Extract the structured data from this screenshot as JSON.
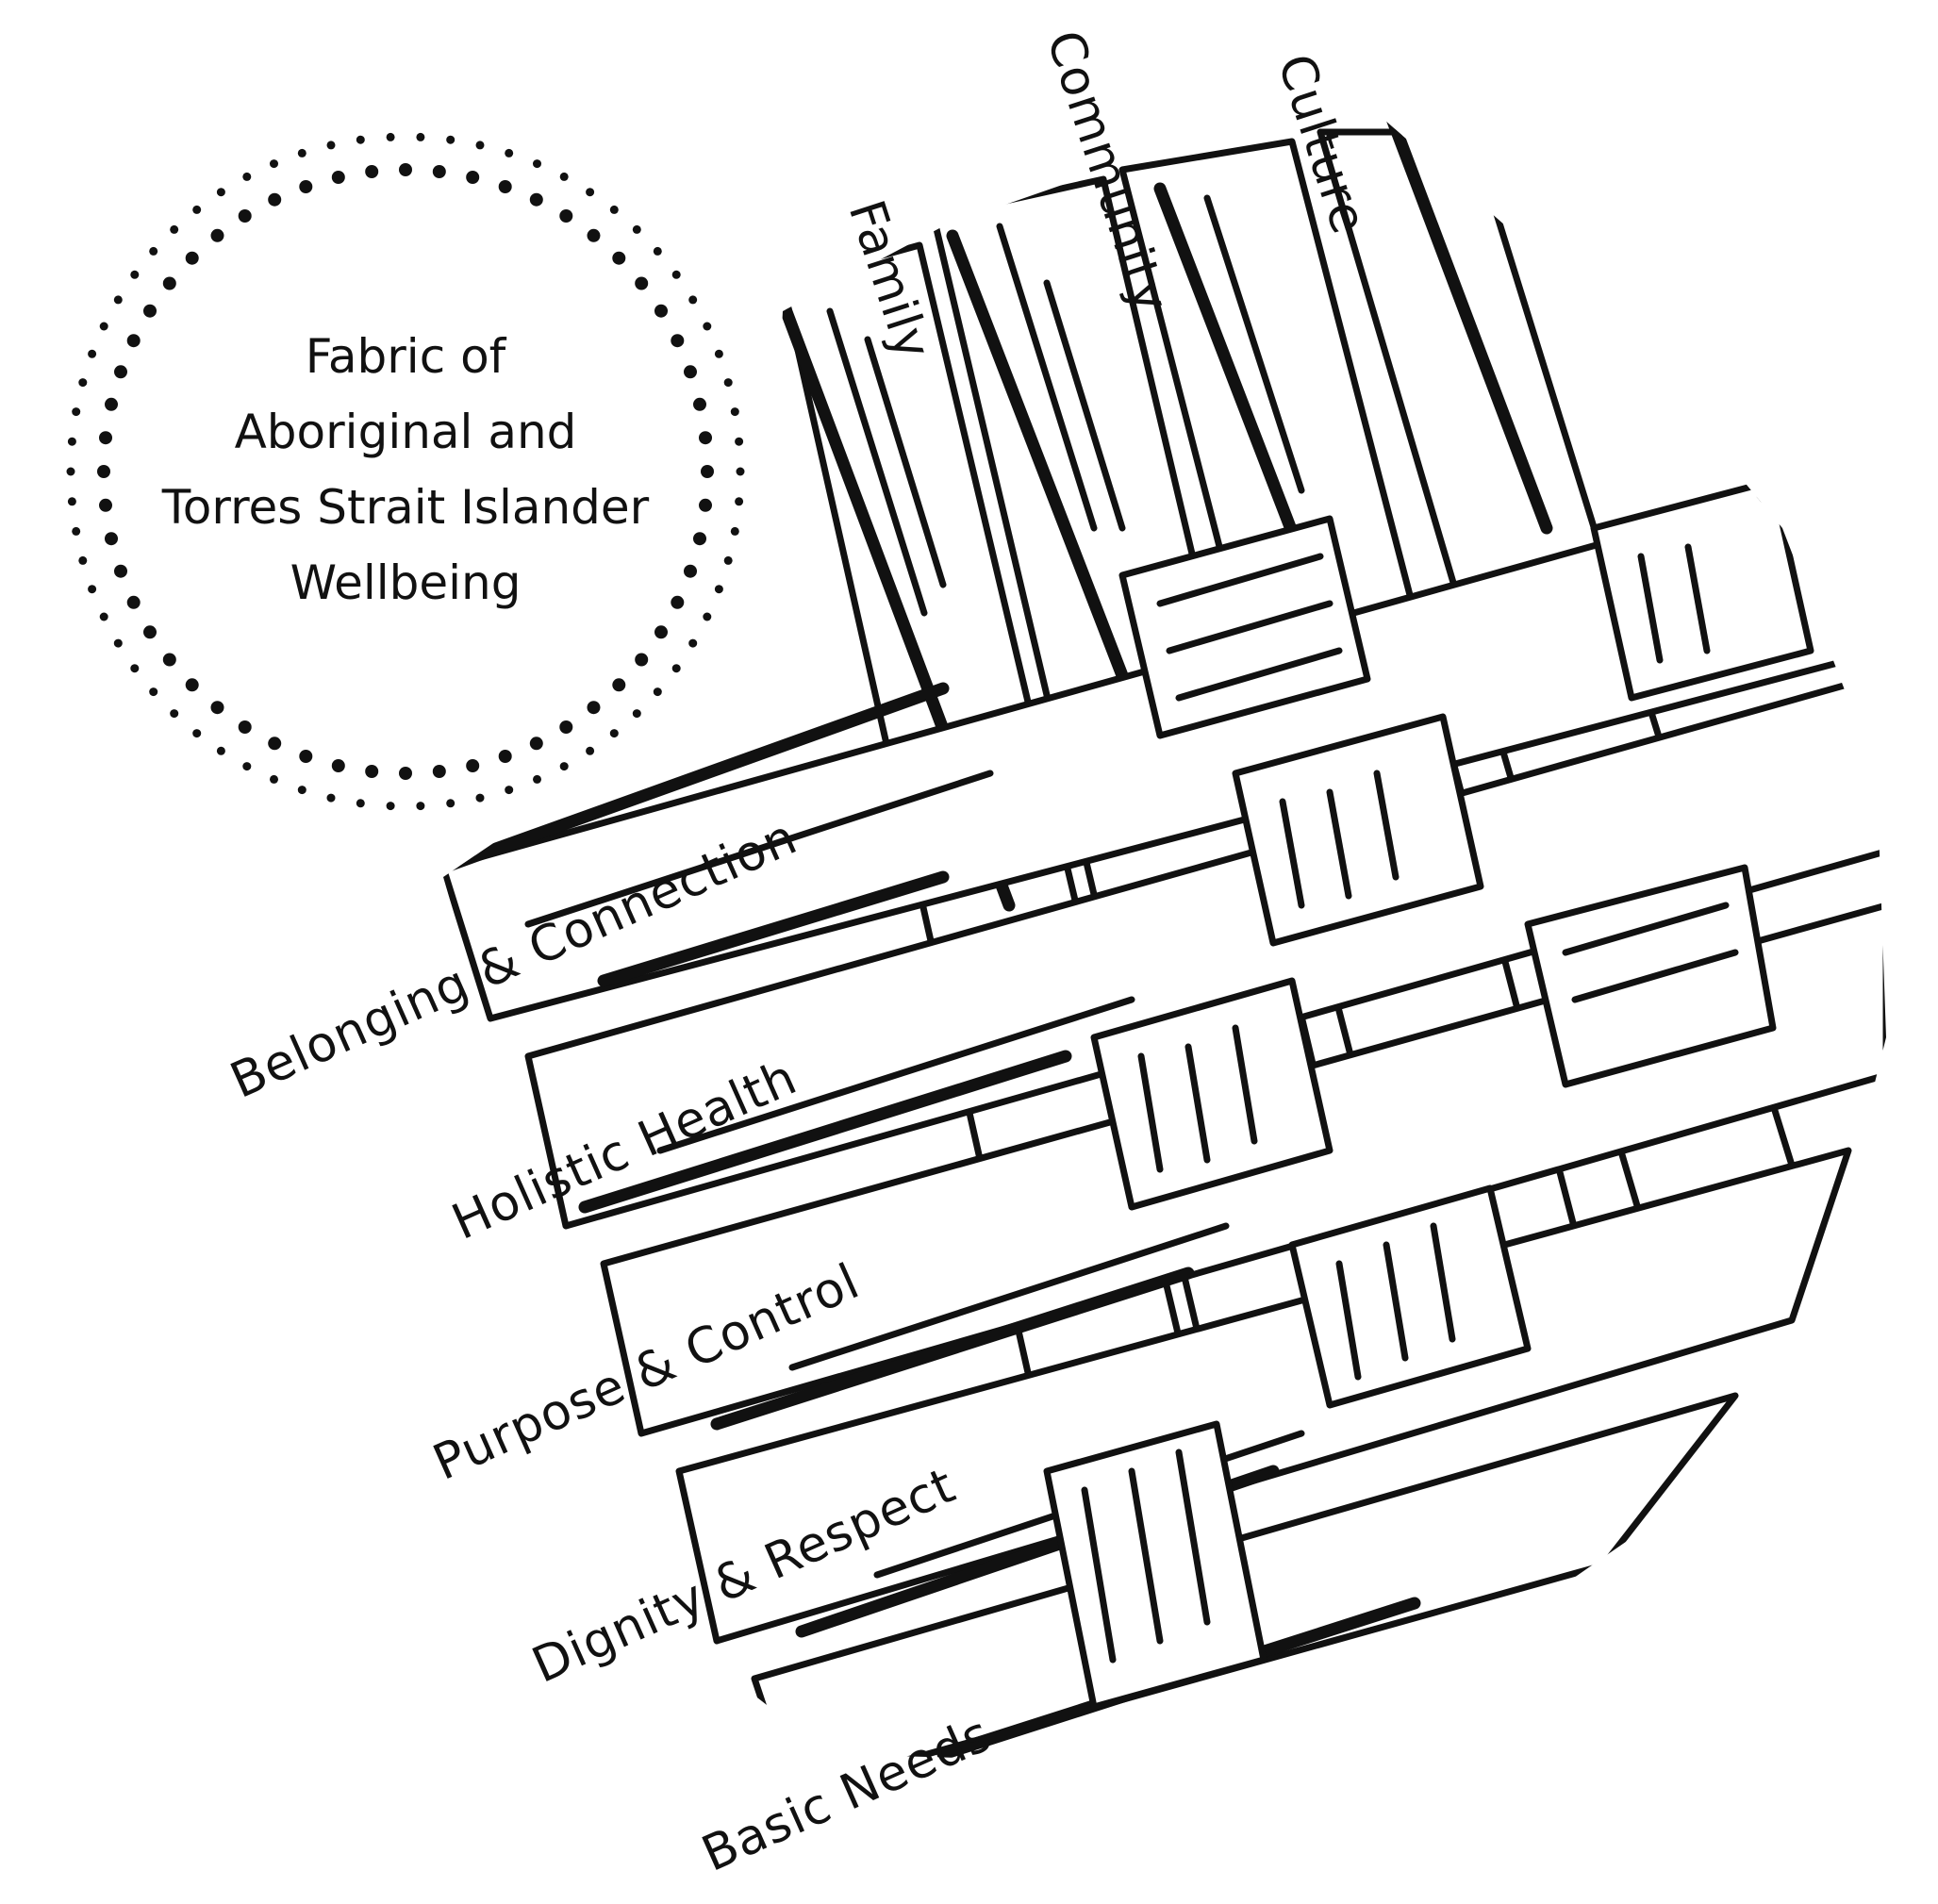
{
  "title": {
    "lines": [
      "Fabric of",
      "Aboriginal and",
      "Torres Strait Islander",
      "Wellbeing"
    ]
  },
  "vertical_strands": [
    {
      "label": "Family"
    },
    {
      "label": "Community"
    },
    {
      "label": "Culture"
    }
  ],
  "horizontal_strands": [
    {
      "label": "Belonging & Connection"
    },
    {
      "label": "Holistic Health"
    },
    {
      "label": "Purpose & Control"
    },
    {
      "label": "Dignity & Respect"
    },
    {
      "label": "Basic Needs"
    }
  ],
  "colors": {
    "ink": "#111111",
    "paper": "#ffffff"
  }
}
